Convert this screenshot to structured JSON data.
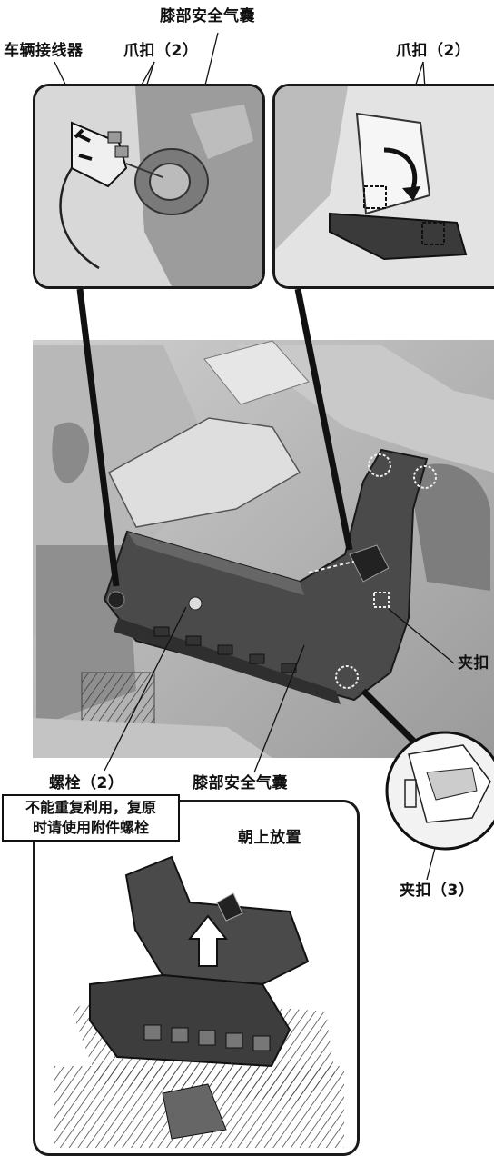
{
  "labels": {
    "knee_airbag_top": "膝部安全气囊",
    "vehicle_connector": "车辆接线器",
    "claw_left": "爪扣（2）",
    "claw_right": "爪扣（2）",
    "clip_right": "夹扣",
    "bolt": "螺栓（2）",
    "knee_airbag_bottom": "膝部安全气囊",
    "clip_three": "夹扣（3）",
    "face_up": "朝上放置"
  },
  "note": {
    "line1": "不能重复利用，复原",
    "line2": "时请使用附件螺栓"
  }
}
